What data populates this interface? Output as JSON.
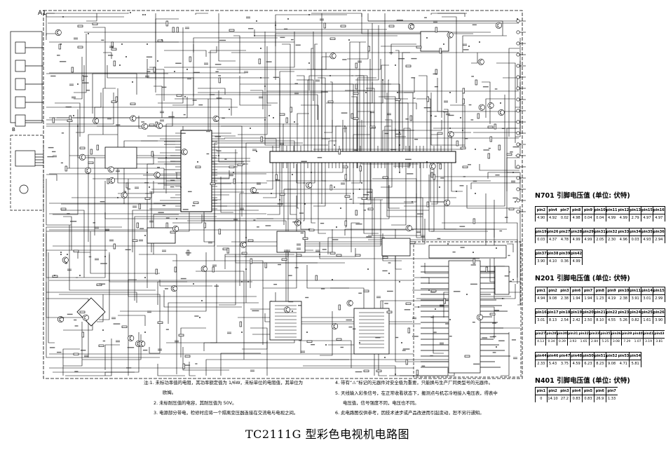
{
  "diagram": {
    "title": "TC2111G 型彩色电视机电路图",
    "block_labels": {
      "a1": "A1",
      "b": "B"
    }
  },
  "voltage_tables": [
    {
      "heading": "N701 引脚电压值 (单位: 伏特)",
      "rows": [
        {
          "pins": [
            "pin2",
            "pin4",
            "pin7",
            "pin8",
            "pin9",
            "pin10",
            "pin11",
            "pin12",
            "pin13",
            "pin15",
            "pin16"
          ],
          "values": [
            "4.90",
            "4.92",
            "0.02",
            "4.98",
            "0.04",
            "0.04",
            "4.99",
            "4.99",
            "2.79",
            "4.97",
            "4.97"
          ]
        },
        {
          "pins": [
            "pin19",
            "pin26",
            "pin27",
            "pin28",
            "pin29",
            "pin31",
            "pin32",
            "pin33",
            "pin34",
            "pin35",
            "pin36"
          ],
          "values": [
            "0.03",
            "4.37",
            "4.78",
            "4.99",
            "4.99",
            "2.05",
            "2.30",
            "4.96",
            "0.03",
            "4.93",
            "2.94"
          ]
        },
        {
          "pins": [
            "pin37",
            "pin38",
            "pin39",
            "pin42"
          ],
          "values": [
            "3.90",
            "4.10",
            "0.36",
            "4.99"
          ]
        }
      ]
    },
    {
      "heading": "N201 引脚电压值 (单位: 伏特)",
      "rows": [
        {
          "pins": [
            "pin1",
            "pin2",
            "pin3",
            "pin6",
            "pin7",
            "pin8",
            "pin9",
            "pin10",
            "pin11",
            "pin14",
            "pin15"
          ],
          "values": [
            "4.94",
            "9.08",
            "2.38",
            "1.94",
            "1.94",
            "1.23",
            "4.19",
            "2.38",
            "3.91",
            "3.01",
            "2.99"
          ]
        },
        {
          "pins": [
            "pin16",
            "pin17",
            "pin18",
            "pin19",
            "pin20",
            "pin21",
            "pin22",
            "pin23",
            "pin24",
            "pin25",
            "pin26"
          ],
          "values": [
            "3.01",
            "8.13",
            "2.54",
            "2.42",
            "2.50",
            "8.10",
            "4.55",
            "5.26",
            "0.82",
            "1.61",
            "3.90"
          ]
        },
        {
          "pins": [
            "pin27",
            "pin28",
            "pin30",
            "pin31",
            "pin32",
            "pin33",
            "pin35",
            "pin36",
            "pin39",
            "pin40",
            "pin41",
            "pin43"
          ],
          "values": [
            "4.13",
            "0.34",
            "0.39",
            "3.93",
            "1.65",
            "2.84",
            "5.25",
            "3.08",
            "7.29",
            "1.07",
            "3.19",
            "3.81"
          ]
        },
        {
          "pins": [
            "pin44",
            "pin46",
            "pin47",
            "pin48",
            "pin50",
            "pin51",
            "pin52",
            "pin53",
            "pin54"
          ],
          "values": [
            "2.33",
            "5.43",
            "3.75",
            "4.59",
            "6.23",
            "8.23",
            "9.08",
            "4.71",
            "5.81"
          ]
        }
      ]
    },
    {
      "heading": "N401 引脚电压值 (单位: 伏特)",
      "rows": [
        {
          "pins": [
            "pin1",
            "pin2",
            "pin3",
            "pin4",
            "pin5",
            "pin6",
            "pin7"
          ],
          "values": [
            "0",
            "14.10",
            "27.2",
            "0.83",
            "0.83",
            "26.9",
            "1.33"
          ]
        }
      ]
    }
  ],
  "notes": {
    "left": [
      "注:1. 未标功率值的电阻，其功率额定值为 1/6W，未标单位的电阻值，其单位为",
      "欧姆。",
      "2. 未标耐压值的电容，其耐压值为 50V。",
      "3. 电源部分带电，检修时应将一个隔离变压器连接在交流电与电视之间。"
    ],
    "right": [
      "4. 带有“⚠”标记的元器件对安全极为重要，只能换与生产厂同类型号的元器件。",
      "5. 天线输入彩条信号，在正常收看状态下，搬测点与机芯冷地接入电压表，得表中",
      "电压值，信号强度不同，电压也不同。",
      "6. 此电路图仅供参考，因技术进步或产品改进而引起变动，恕不另行通知。"
    ]
  }
}
